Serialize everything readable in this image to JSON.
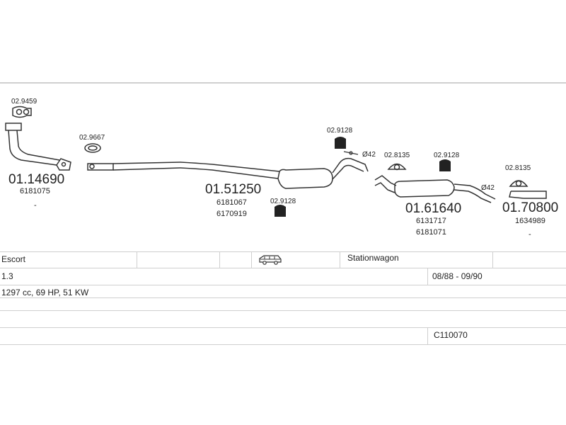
{
  "parts": {
    "gasket_1": "02.9459",
    "front_pipe_code": "01.14690",
    "front_pipe_oem": "6181075",
    "gasket_2": "02.9667",
    "middle_code": "01.51250",
    "middle_oem_1": "6181067",
    "middle_oem_2": "6170919",
    "rubber_1": "02.9128",
    "rubber_2": "02.9128",
    "rubber_3": "02.9128",
    "clamp_1": "Ø42",
    "clamp_2": "Ø42",
    "flange_1": "02.8135",
    "rear_code": "01.61640",
    "rear_oem_1": "6131717",
    "rear_oem_2": "6181071",
    "flange_2": "02.8135",
    "tail_code": "01.70800",
    "tail_oem": "1634989"
  },
  "vehicle": {
    "model": "Escort",
    "body": "Stationwagon",
    "engine": "1.3",
    "years": "08/88 - 09/90",
    "specs": "1297 cc, 69 HP, 51 KW",
    "catalog_code": "C110070"
  },
  "colors": {
    "line": "#333333",
    "grid": "#cfcfcf"
  }
}
